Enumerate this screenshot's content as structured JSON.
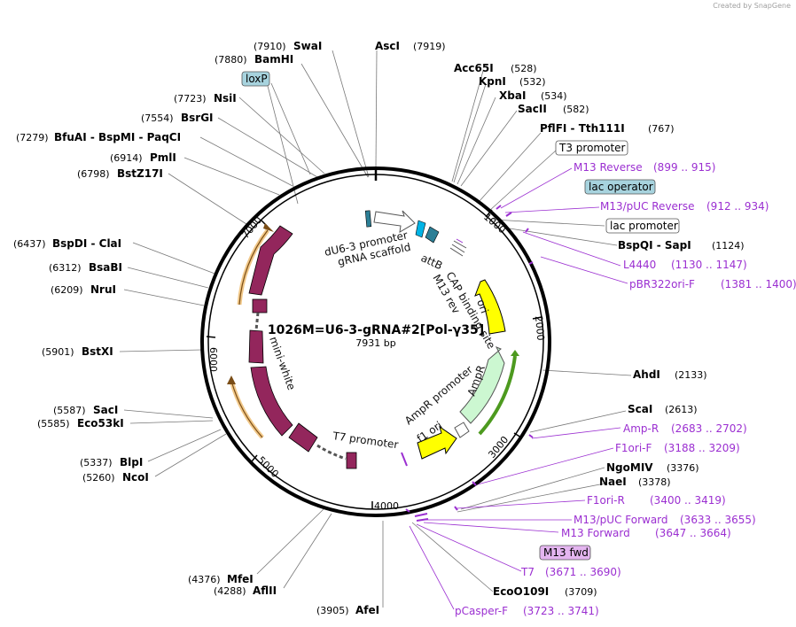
{
  "watermark": "Created by SnapGene",
  "plasmid": {
    "name": "1026M=U6-3-gRNA#2[Pol-γ35]",
    "length_label": "7931 bp"
  },
  "ticks": [
    "1000",
    "2000",
    "3000",
    "4000",
    "5000",
    "6000",
    "7000"
  ],
  "sites": [
    {
      "id": "swai",
      "name": "SwaI",
      "pos": "(7910)"
    },
    {
      "id": "ascI",
      "name": "AscI",
      "pos": "(7919)"
    },
    {
      "id": "bamhi",
      "name": "BamHI",
      "pos": "(7880)"
    },
    {
      "id": "acc65i",
      "name": "Acc65I",
      "pos": "(528)"
    },
    {
      "id": "kpni",
      "name": "KpnI",
      "pos": "(532)"
    },
    {
      "id": "xbai",
      "name": "XbaI",
      "pos": "(534)"
    },
    {
      "id": "nsii",
      "name": "NsiI",
      "pos": "(7723)"
    },
    {
      "id": "sacii",
      "name": "SacII",
      "pos": "(582)"
    },
    {
      "id": "bsrgi",
      "name": "BsrGI",
      "pos": "(7554)"
    },
    {
      "id": "pflfi",
      "name": "PflFI - Tth111I",
      "pos": "(767)"
    },
    {
      "id": "bfuai",
      "name": "BfuAI - BspMI - PaqCI",
      "pos": "(7279)"
    },
    {
      "id": "pmli",
      "name": "PmlI",
      "pos": "(6914)"
    },
    {
      "id": "bstz17i",
      "name": "BstZ17I",
      "pos": "(6798)"
    },
    {
      "id": "bspqi",
      "name": "BspQI - SapI",
      "pos": "(1124)"
    },
    {
      "id": "bspdi",
      "name": "BspDI - ClaI",
      "pos": "(6437)"
    },
    {
      "id": "bsabi",
      "name": "BsaBI",
      "pos": "(6312)"
    },
    {
      "id": "nrui",
      "name": "NruI",
      "pos": "(6209)"
    },
    {
      "id": "bstxi",
      "name": "BstXI",
      "pos": "(5901)"
    },
    {
      "id": "ahdi",
      "name": "AhdI",
      "pos": "(2133)"
    },
    {
      "id": "scai",
      "name": "ScaI",
      "pos": "(2613)"
    },
    {
      "id": "saci",
      "name": "SacI",
      "pos": "(5587)"
    },
    {
      "id": "eco53ki",
      "name": "Eco53kI",
      "pos": "(5585)"
    },
    {
      "id": "ngomiv",
      "name": "NgoMIV",
      "pos": "(3376)"
    },
    {
      "id": "naei",
      "name": "NaeI",
      "pos": "(3378)"
    },
    {
      "id": "blpi",
      "name": "BlpI",
      "pos": "(5337)"
    },
    {
      "id": "ncoi",
      "name": "NcoI",
      "pos": "(5260)"
    },
    {
      "id": "mfei",
      "name": "MfeI",
      "pos": "(4376)"
    },
    {
      "id": "aflii",
      "name": "AflII",
      "pos": "(4288)"
    },
    {
      "id": "eco0109i",
      "name": "EcoO109I",
      "pos": "(3709)"
    },
    {
      "id": "afei",
      "name": "AfeI",
      "pos": "(3905)"
    }
  ],
  "primers": [
    {
      "id": "m13rev",
      "name": "M13 Reverse",
      "range": "(899 .. 915)"
    },
    {
      "id": "m13pucrev",
      "name": "M13/pUC Reverse",
      "range": "(912 .. 934)"
    },
    {
      "id": "l4440",
      "name": "L4440",
      "range": "(1130 .. 1147)"
    },
    {
      "id": "pbr322",
      "name": "pBR322ori-F",
      "range": "(1381 .. 1400)"
    },
    {
      "id": "ampr",
      "name": "Amp-R",
      "range": "(2683 .. 2702)"
    },
    {
      "id": "f1orif",
      "name": "F1ori-F",
      "range": "(3188 .. 3209)"
    },
    {
      "id": "f1orir",
      "name": "F1ori-R",
      "range": "(3400 .. 3419)"
    },
    {
      "id": "m13pucfwd",
      "name": "M13/pUC Forward",
      "range": "(3633 .. 3655)"
    },
    {
      "id": "m13fwdp",
      "name": "M13 Forward",
      "range": "(3647 .. 3664)"
    },
    {
      "id": "t7",
      "name": "T7",
      "range": "(3671 .. 3690)"
    },
    {
      "id": "pcasper",
      "name": "pCasper-F",
      "range": "(3723 .. 3741)"
    }
  ],
  "boxed_features": [
    {
      "id": "loxp",
      "name": "loxP",
      "color": "#a7d3de"
    },
    {
      "id": "t3promoter",
      "name": "T3 promoter",
      "color": "#ffffff"
    },
    {
      "id": "lacoperator",
      "name": "lac operator",
      "color": "#a7d3de"
    },
    {
      "id": "lacpromoter",
      "name": "lac promoter",
      "color": "#ffffff"
    },
    {
      "id": "m13fwdbox",
      "name": "M13 fwd",
      "color": "#e4b5f0"
    }
  ],
  "features": [
    {
      "id": "du6",
      "name": "dU6-3 promoter"
    },
    {
      "id": "grna",
      "name": "gRNA scaffold"
    },
    {
      "id": "attb",
      "name": "attB"
    },
    {
      "id": "cap",
      "name": "CAP binding site"
    },
    {
      "id": "m13revf",
      "name": "M13 rev"
    },
    {
      "id": "ori",
      "name": "ori"
    },
    {
      "id": "amprf",
      "name": "AmpR"
    },
    {
      "id": "amprprom",
      "name": "AmpR promoter"
    },
    {
      "id": "f1ori",
      "name": "f1 ori"
    },
    {
      "id": "t7prom",
      "name": "T7 promoter"
    },
    {
      "id": "miniwhite",
      "name": "mini-white"
    }
  ],
  "colors": {
    "backbone": "#000000",
    "miniwhite": "#93265c",
    "ori": "#ffff00",
    "ampr": "#ccf7d1",
    "primer": "#9b2fd1",
    "attb": "#2c7f96",
    "grna": "#00b4e6"
  }
}
